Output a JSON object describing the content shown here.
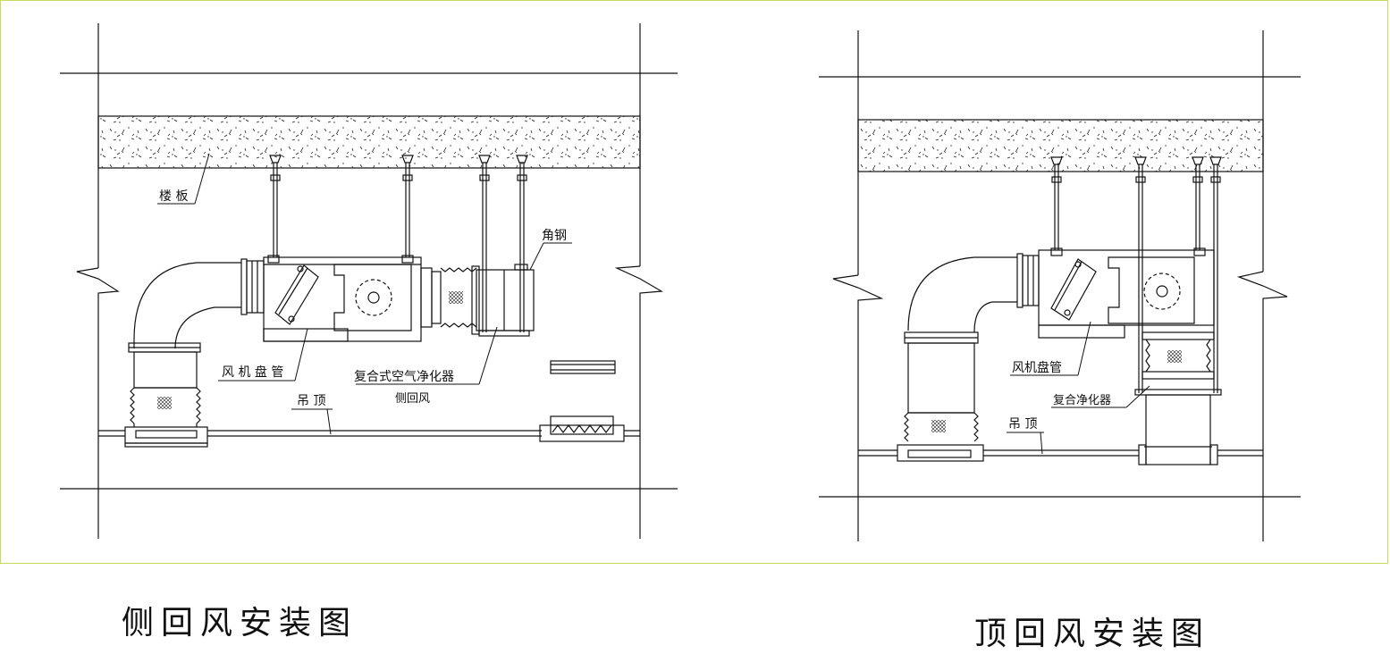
{
  "left_diagram": {
    "labels": {
      "floor_slab": "楼 板",
      "angle_steel": "角钢",
      "fan_coil": "风 机 盘 管",
      "purifier": "复合式空气净化器",
      "side_return": "侧回风",
      "ceiling": "吊 顶"
    },
    "caption": "侧回风安装图"
  },
  "right_diagram": {
    "labels": {
      "fan_coil": "风机盘管",
      "purifier": "复合净化器",
      "ceiling": "吊 顶"
    },
    "caption": "顶回风安装图"
  },
  "colors": {
    "frame_border": "#c8dc5a",
    "line": "#111111"
  }
}
